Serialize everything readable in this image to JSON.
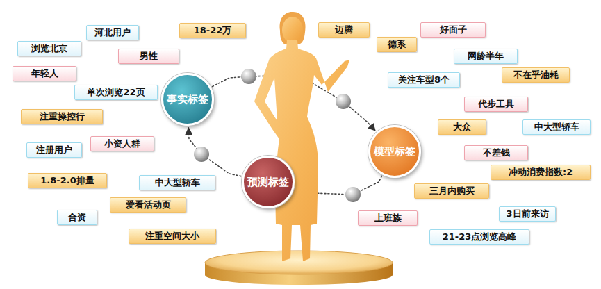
{
  "diagram": {
    "nodes": [
      {
        "text": [
          "事实标签"
        ]
      },
      {
        "text": [
          "模型标签"
        ]
      },
      {
        "text": [
          "预测标签"
        ]
      },
      {
        "text": [
          "河北用户"
        ]
      },
      {
        "text": [
          "浏览北京"
        ]
      },
      {
        "text": [
          "18-22万"
        ]
      },
      {
        "text": [
          "男性"
        ]
      },
      {
        "text": [
          "年轻人"
        ]
      },
      {
        "text": [
          "单次浏览22页"
        ]
      },
      {
        "text": [
          "注重操控行"
        ]
      },
      {
        "text": [
          "注册用户"
        ]
      },
      {
        "text": [
          "小资人群"
        ]
      },
      {
        "text": [
          "1.8-2.0排量"
        ]
      },
      {
        "text": [
          "中大型轿车"
        ]
      },
      {
        "text": [
          "爱看活动页"
        ]
      },
      {
        "text": [
          "合资"
        ]
      },
      {
        "text": [
          "注重空间大小"
        ]
      },
      {
        "text": [
          "迈腾"
        ]
      },
      {
        "text": [
          "德系"
        ]
      },
      {
        "text": [
          "好面子"
        ]
      },
      {
        "text": [
          "网龄半年"
        ]
      },
      {
        "text": [
          "关注车型8个"
        ]
      },
      {
        "text": [
          "不在乎油耗"
        ]
      },
      {
        "text": [
          "代步工具"
        ]
      },
      {
        "text": [
          "大众"
        ]
      },
      {
        "text": [
          "中大型轿车"
        ]
      },
      {
        "text": [
          "不差钱"
        ]
      },
      {
        "text": [
          "冲动消费指数:2"
        ]
      },
      {
        "text": [
          "三月内购买"
        ]
      },
      {
        "text": [
          "3日前来访"
        ]
      },
      {
        "text": [
          "上班族"
        ]
      },
      {
        "text": [
          "21-23点浏览高峰"
        ]
      }
    ],
    "edges": [
      {
        "from": 0,
        "to": 1,
        "arrow": "to"
      },
      {
        "from": 1,
        "to": 2,
        "arrow": "to"
      },
      {
        "from": 2,
        "to": 0,
        "arrow": "to"
      }
    ]
  }
}
